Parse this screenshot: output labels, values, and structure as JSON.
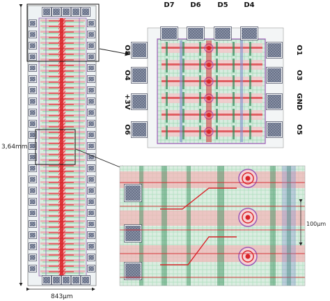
{
  "dimensions": {
    "height_label": "3,64mm",
    "width_label": "843µm",
    "scale_label": "100µm"
  },
  "top_inset": {
    "top_pins": [
      "D7",
      "D6",
      "D5",
      "D4"
    ],
    "left_pins": [
      "O8",
      "O4",
      "+3V",
      "O6"
    ],
    "right_pins": [
      "O1",
      "O3",
      "GND",
      "O5"
    ]
  },
  "colors": {
    "pad": "#8a93a8",
    "pad_border": "#3a3f55",
    "metal_red": "#d9242a",
    "poly_green": "#7fcf9a",
    "via_purple": "#9b59b6",
    "diffusion_pink": "#f2a0a8"
  }
}
